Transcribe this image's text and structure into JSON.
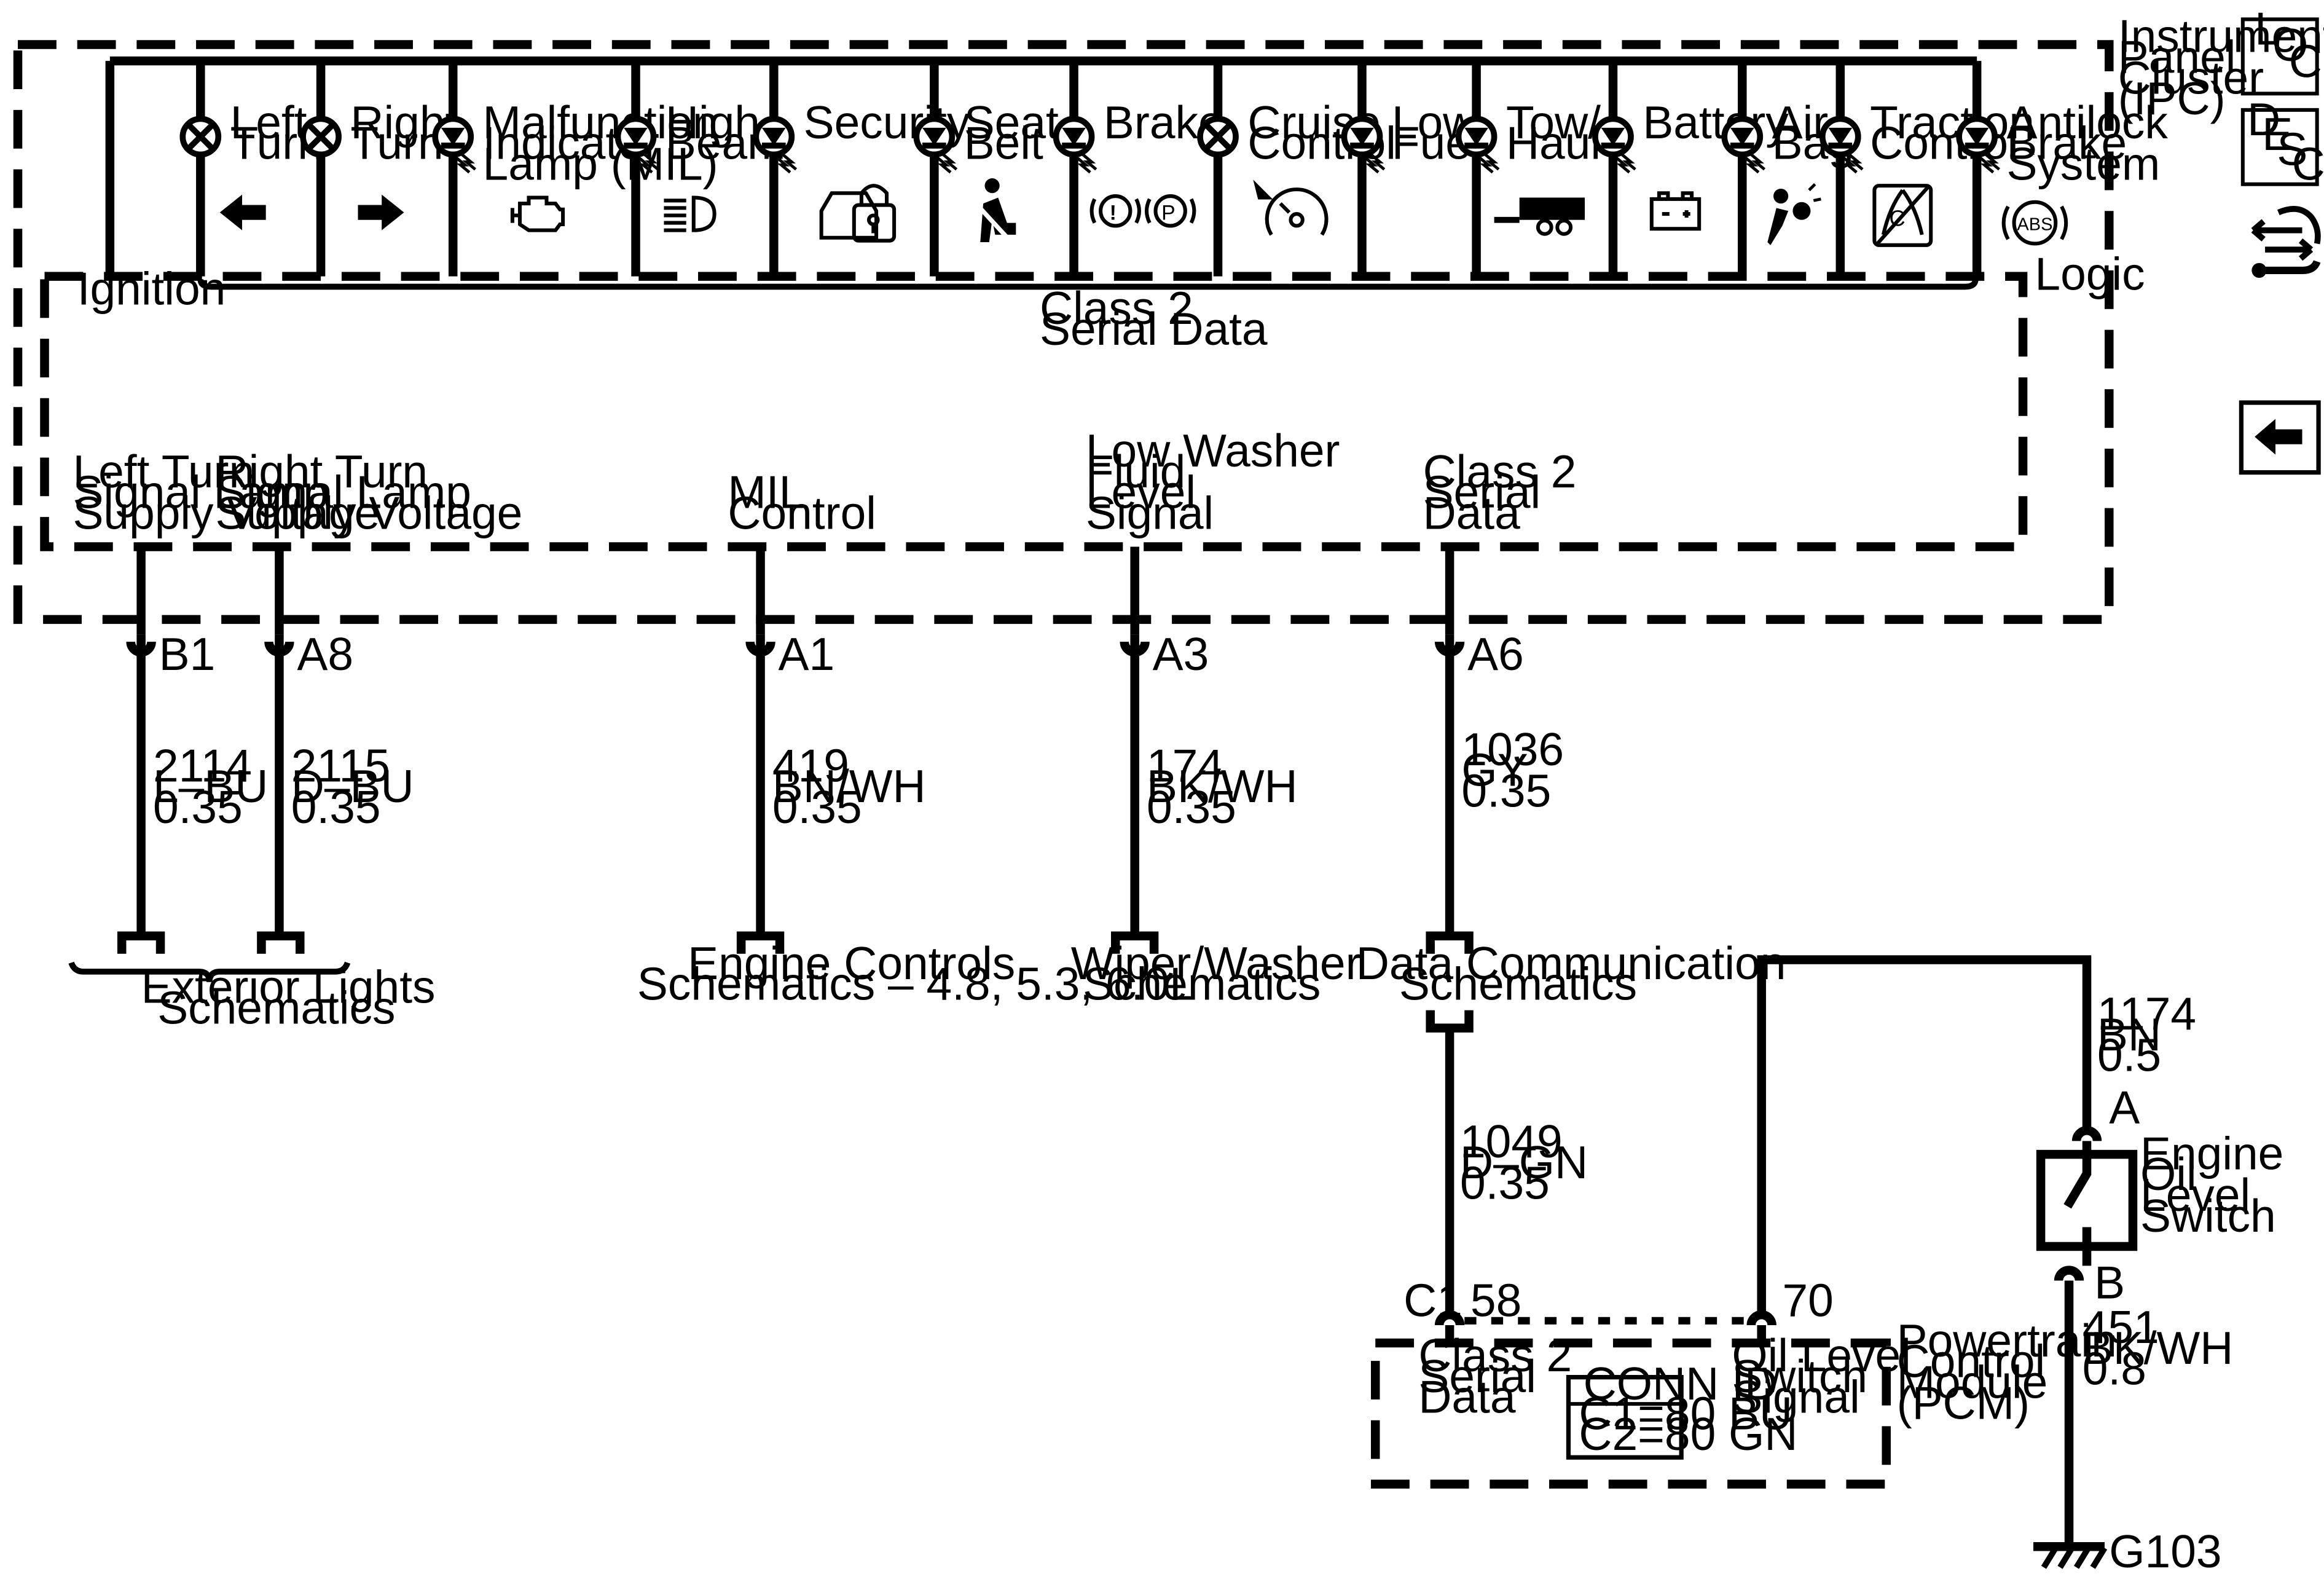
{
  "ipc": {
    "title_lines": [
      "Instrument",
      "Panel",
      "Cluster",
      "(IPC)"
    ],
    "ignition": "Ignition",
    "logic": "Logic",
    "bus_label": [
      "Class 2",
      "Serial Data"
    ],
    "lamps": [
      {
        "lines": [
          "Left",
          "Turn"
        ],
        "type": "bulb",
        "icon": "left-arrow-icon"
      },
      {
        "lines": [
          "Right",
          "Turn"
        ],
        "type": "bulb",
        "icon": "right-arrow-icon"
      },
      {
        "lines": [
          "Malfunction",
          "Indicator",
          "Lamp (MIL)"
        ],
        "type": "led",
        "icon": "engine-icon"
      },
      {
        "lines": [
          "High",
          "Beam"
        ],
        "type": "led",
        "icon": "high-beam-icon"
      },
      {
        "lines": [
          "Security"
        ],
        "type": "led",
        "icon": "security-car-lock-icon"
      },
      {
        "lines": [
          "Seat",
          "Belt"
        ],
        "type": "led",
        "icon": "seat-belt-icon"
      },
      {
        "lines": [
          "Brake"
        ],
        "type": "led",
        "icon": "brake-icon"
      },
      {
        "lines": [
          "Cruise",
          "Control"
        ],
        "type": "bulb",
        "icon": "cruise-control-icon"
      },
      {
        "lines": [
          "Low",
          "Fuel"
        ],
        "type": "led",
        "icon": ""
      },
      {
        "lines": [
          "Tow/",
          "Haul"
        ],
        "type": "led",
        "icon": "tow-haul-trailer-icon"
      },
      {
        "lines": [
          "Battery"
        ],
        "type": "led",
        "icon": "battery-icon"
      },
      {
        "lines": [
          "Air",
          "Bag"
        ],
        "type": "led",
        "icon": "airbag-icon"
      },
      {
        "lines": [
          "Traction",
          "Control"
        ],
        "type": "led",
        "icon": "traction-control-icon"
      },
      {
        "lines": [
          "Antilock",
          "Brake",
          "System"
        ],
        "type": "led",
        "icon": "abs-icon"
      }
    ],
    "brake_p": "P",
    "abs_text": "ABS"
  },
  "circuits": [
    {
      "signal": [
        "Left Turn",
        "Signal Lamp",
        "Supply Voltage"
      ],
      "pin": "B1",
      "wire": [
        "2114",
        "L–BU",
        "0.35"
      ]
    },
    {
      "signal": [
        "Right Turn",
        "Signal Lamp",
        "Supply Voltage"
      ],
      "pin": "A8",
      "wire": [
        "2115",
        "D–BU",
        "0.35"
      ]
    },
    {
      "signal": [
        "MIL",
        "Control"
      ],
      "pin": "A1",
      "wire": [
        "419",
        "BN/WH",
        "0.35"
      ]
    },
    {
      "signal": [
        "Low Washer",
        "Fluid",
        "Level",
        "Signal"
      ],
      "pin": "A3",
      "wire": [
        "174",
        "BK/WH",
        "0.35"
      ]
    },
    {
      "signal": [
        "Class 2",
        "Serial",
        "Data"
      ],
      "pin": "A6",
      "wire": [
        "1036",
        "GY",
        "0.35"
      ]
    }
  ],
  "refs": [
    {
      "lines": [
        "Exterior Lights",
        "Schematics"
      ]
    },
    {
      "lines": [
        "Engine Controls",
        "Schematics – 4.8, 5.3, 6.0L"
      ]
    },
    {
      "lines": [
        "Wiper/Washer",
        "Schematics"
      ]
    },
    {
      "lines": [
        "Data Communication",
        "Schematics"
      ]
    }
  ],
  "data_comm_wire": [
    "1049",
    "D–GN",
    "0.35"
  ],
  "pcm": {
    "title_lines": [
      "Powertrain",
      "Control",
      "Module",
      "(PCM)"
    ],
    "c1": "C1",
    "pin58": "58",
    "pin70": "70",
    "class2_lines": [
      "Class 2",
      "Serial",
      "Data"
    ],
    "oil_lines": [
      "Oil Level",
      "Switch",
      "Signal"
    ],
    "conn_id": "CONN ID",
    "conn_c1": "C1=80 BU",
    "conn_c2": "C2=80 GN"
  },
  "oil_switch": {
    "wire_top": [
      "1174",
      "BN",
      "0.5"
    ],
    "pin_a": "A",
    "pin_b": "B",
    "label_lines": [
      "Engine",
      "Oil",
      "Level",
      "Switch"
    ],
    "wire_bottom": [
      "451",
      "BK/WH",
      "0.8"
    ],
    "ground": "G103"
  },
  "nav": {
    "loc": [
      "L",
      "O",
      "C"
    ],
    "desc": [
      "D",
      "E",
      "S",
      "C"
    ],
    "back": "back-arrow-icon",
    "connector_icon": "connector-wrench-icon"
  }
}
